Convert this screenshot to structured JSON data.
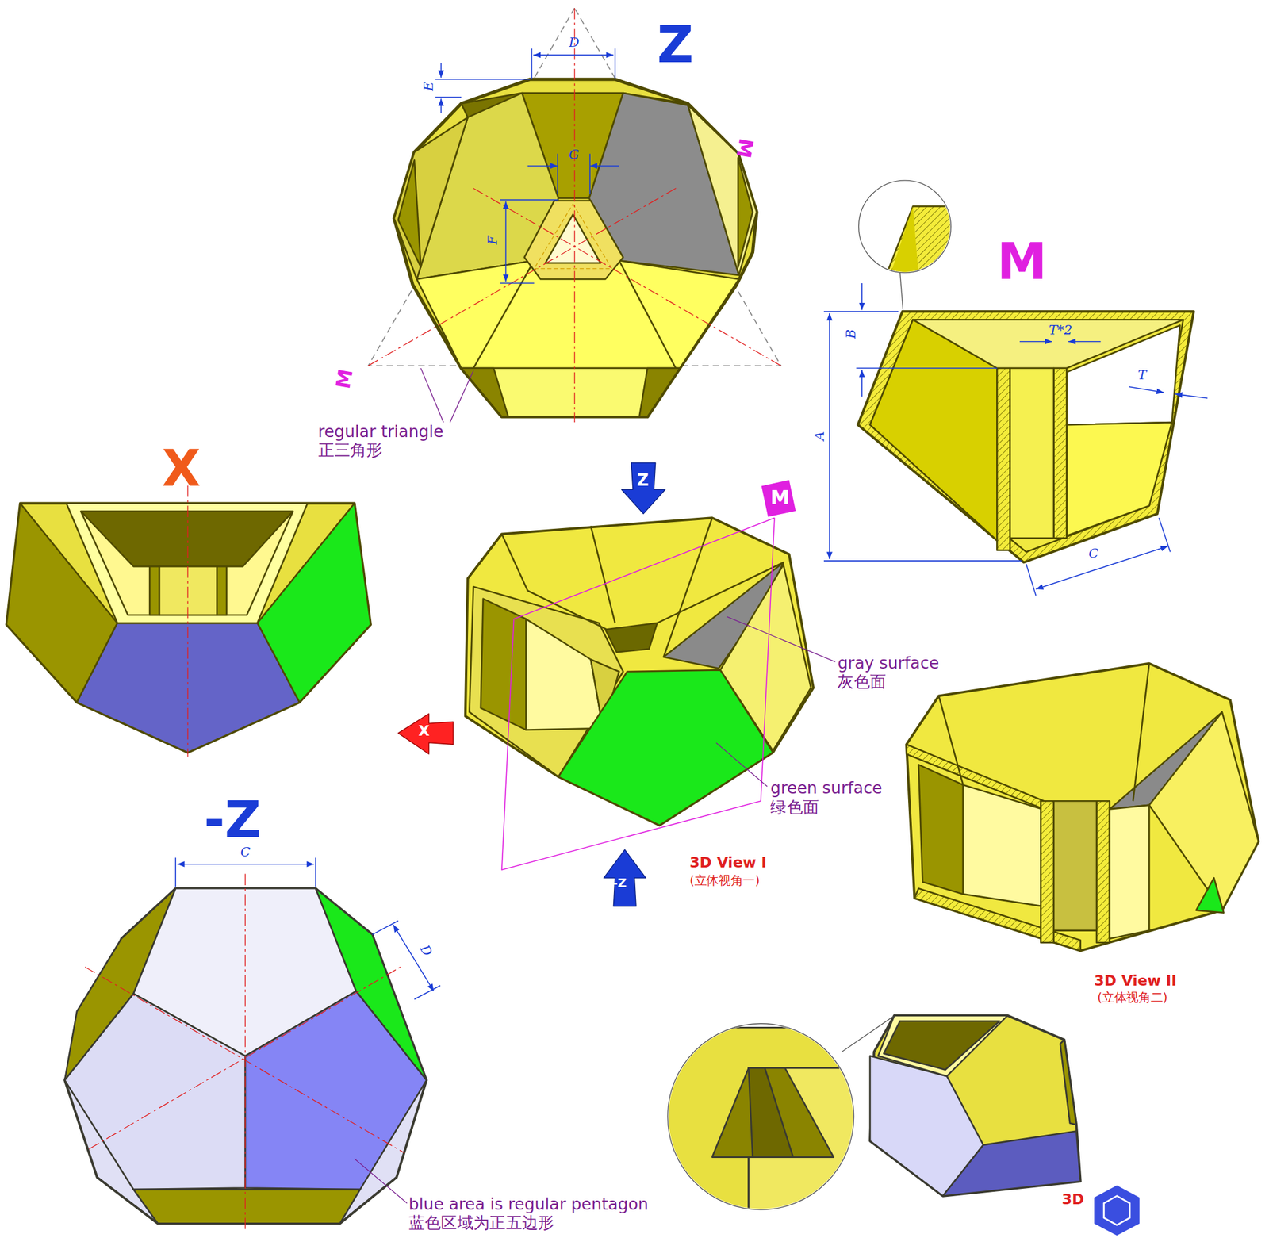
{
  "diagram": {
    "labels": [
      "Z",
      "D",
      "E",
      "G",
      "F",
      "M",
      "M",
      "regular triangle",
      "正三角形",
      "M",
      "B",
      "T*2",
      "T",
      "A",
      "C",
      "X",
      "Z",
      "M",
      "X",
      "gray surface",
      "灰色面",
      "green surface",
      "绿色面",
      "-Z",
      "3D View I",
      "(立体视角一)",
      "3D View II",
      "(立体视角二)",
      "-Z",
      "C",
      "D",
      "blue area is regular pentagon",
      "蓝色区域为正五边形",
      "3D"
    ]
  }
}
